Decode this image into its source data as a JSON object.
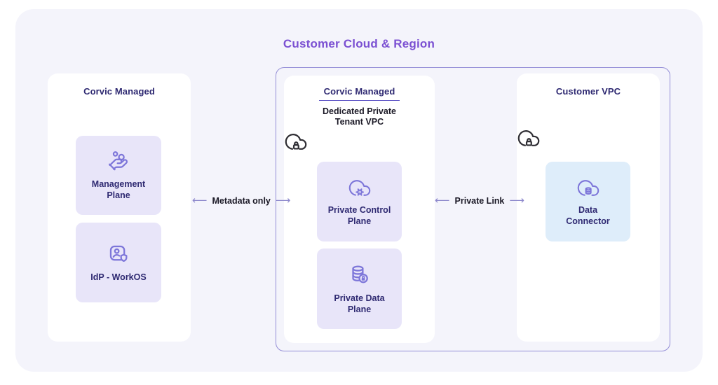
{
  "title": "Customer Cloud & Region",
  "panels": {
    "left": {
      "header": "Corvic Managed",
      "cards": [
        {
          "label": "Management Plane",
          "icon": "hand-coins-icon"
        },
        {
          "label": "IdP - WorkOS",
          "icon": "user-shield-icon"
        }
      ]
    },
    "middle": {
      "header": "Corvic Managed",
      "subheader": "Dedicated Private Tenant VPC",
      "vpc_icon": "cloud-lock-icon",
      "cards": [
        {
          "label": "Private Control Plane",
          "icon": "cloud-gear-icon"
        },
        {
          "label": "Private Data Plane",
          "icon": "database-lock-icon"
        }
      ]
    },
    "right": {
      "header": "Customer VPC",
      "vpc_icon": "cloud-lock-icon",
      "cards": [
        {
          "label": "Data Connector",
          "icon": "cloud-database-icon"
        }
      ]
    }
  },
  "connections": [
    {
      "label": "Metadata only",
      "arrow_left": "⟵",
      "arrow_right": "⟶"
    },
    {
      "label": "Private Link",
      "arrow_left": "⟵",
      "arrow_right": "⟶"
    }
  ],
  "colors": {
    "canvas_bg": "#F4F4FB",
    "panel_bg": "#FFFFFF",
    "title_purple": "#7B50D2",
    "header_indigo": "#2F2A72",
    "text_dark": "#1B1926",
    "card_lavender": "#E8E5F9",
    "card_blue": "#DEEDFA",
    "icon_purple": "#7D76D9",
    "icon_dark": "#2E2D33",
    "region_border": "#938DD6",
    "underline_purple": "#5A50C5",
    "arrow_purple": "#8D88CC"
  }
}
